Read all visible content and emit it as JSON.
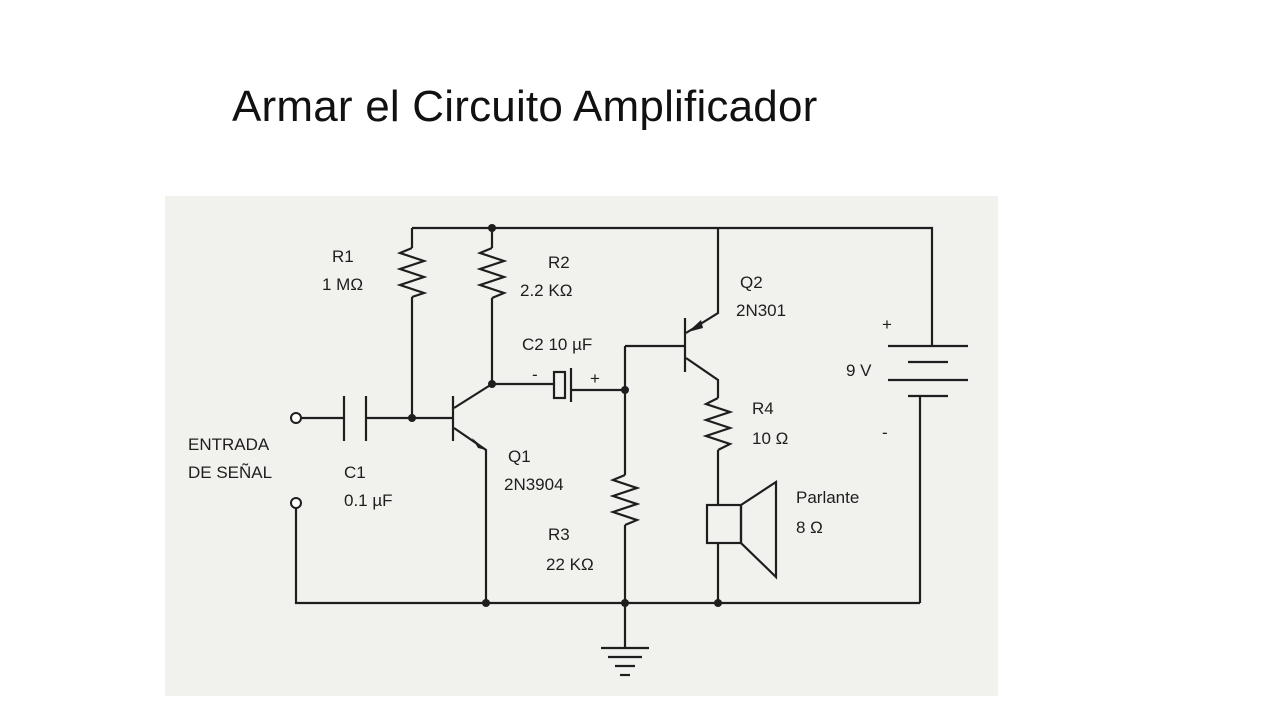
{
  "slide": {
    "title": "Armar el Circuito Amplificador"
  },
  "circuit": {
    "r1": {
      "name": "R1",
      "value": "1 MΩ"
    },
    "r2": {
      "name": "R2",
      "value": "2.2 KΩ"
    },
    "r3": {
      "name": "R3",
      "value": "22 KΩ"
    },
    "r4": {
      "name": "R4",
      "value": "10 Ω"
    },
    "c1": {
      "name": "C1",
      "value": "0.1 µF"
    },
    "c2": {
      "label": "C2 10 µF",
      "minus": "-",
      "plus": "+"
    },
    "q1": {
      "name": "Q1",
      "part": "2N3904"
    },
    "q2": {
      "name": "Q2",
      "part": "2N301"
    },
    "battery": {
      "value": "9 V",
      "plus": "+",
      "minus": "-"
    },
    "speaker": {
      "name": "Parlante",
      "value": "8 Ω"
    },
    "input": {
      "line1": "ENTRADA",
      "line2": "DE SEÑAL"
    }
  }
}
